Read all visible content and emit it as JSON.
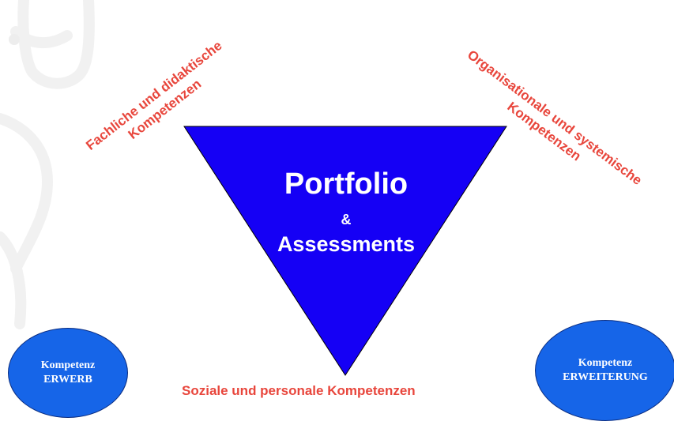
{
  "diagram": {
    "triangle": {
      "title": "Portfolio",
      "ampersand": "&",
      "subtitle": "Assessments",
      "fill": "#1500f5"
    },
    "labels": {
      "left": [
        "Fachliche und didaktische",
        "Kompetenzen"
      ],
      "right": [
        "Organisationale und systemische",
        "Kompetenzen"
      ],
      "bottom": "Soziale und personale Kompetenzen",
      "color": "#e8463c"
    },
    "ellipses": {
      "left": [
        "Kompetenz",
        "ERWERB"
      ],
      "right": [
        "Kompetenz",
        "ERWEITERUNG"
      ],
      "fill": "#1665e8"
    }
  }
}
